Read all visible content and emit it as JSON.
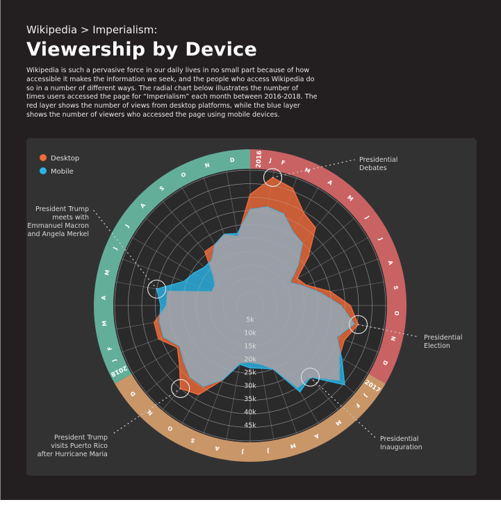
{
  "header": {
    "breadcrumb": "Wikipedia > Imperialism:",
    "title": "Viewership by Device",
    "description": "Wikipedia is such a pervasive force in our daily lives in no small part because of how accessible it makes the information we seek, and the people who access Wikipedia do so in a number of different ways. The radial chart below illustrates the number of times users accessed the page for “Imperialism” each month between 2016-2018. The red layer shows the number of views from desktop platforms, while the blue layer shows the number of viewers who accessed the page using mobile devices."
  },
  "chart_data": {
    "type": "radar",
    "legend_position": "top-left",
    "axis_ticks": [
      "5k",
      "10k",
      "15k",
      "20k",
      "25k",
      "30k",
      "35k",
      "40k",
      "45k"
    ],
    "r_range": [
      0,
      50000
    ],
    "years": [
      {
        "label": "2016",
        "color": "#c96263"
      },
      {
        "label": "2017",
        "color": "#c99668"
      },
      {
        "label": "2018",
        "color": "#63ae99"
      }
    ],
    "month_letters": [
      "J",
      "F",
      "M",
      "A",
      "M",
      "J",
      "J",
      "A",
      "S",
      "O",
      "N",
      "D"
    ],
    "series": [
      {
        "name": "Desktop",
        "color": "#f06a3a",
        "values": [
          41000,
          48000,
          46000,
          39500,
          37500,
          28000,
          20000,
          22000,
          30000,
          37000,
          40500,
          37000,
          38000,
          43000,
          34500,
          35000,
          25000,
          22000,
          21000,
          21500,
          29000,
          38000,
          40000,
          34000,
          31000,
          36000,
          36000,
          31000,
          31000,
          15000,
          15000,
          18000,
          26000,
          26000,
          28000,
          26000
        ]
      },
      {
        "name": "Mobile",
        "color": "#2ab4e6",
        "values": [
          35500,
          37000,
          36000,
          31500,
          30000,
          23000,
          17000,
          21000,
          26500,
          33500,
          39000,
          34000,
          39000,
          45500,
          34500,
          36800,
          25000,
          23500,
          23000,
          22000,
          29000,
          34500,
          34500,
          32000,
          30000,
          34000,
          34000,
          33000,
          35000,
          26000,
          24000,
          22000,
          22000,
          26000,
          28000,
          27000
        ]
      }
    ],
    "annotations": [
      {
        "label": "Presidential Debates",
        "month_index": 1
      },
      {
        "label": "Presidential Election",
        "month_index": 10
      },
      {
        "label": "Presidential Inauguration",
        "month_index": 14
      },
      {
        "label": "President Trump visits Puerto Rico after Hurricane Maria",
        "month_index": 22
      },
      {
        "label": "President Trump meets with Emmanuel Macron and Angela Merkel",
        "month_index": 28
      }
    ],
    "overlap_color": "#9a9ea6"
  },
  "annotation_lines": {
    "debates": [
      "Presidential",
      "Debates"
    ],
    "election": [
      "Presidential",
      "Election"
    ],
    "inauguration": [
      "Presidential",
      "Inauguration"
    ],
    "puerto_rico": [
      "President Trump",
      "visits Puerto Rico",
      "after Hurricane Maria"
    ],
    "macron": [
      "President Trump",
      "meets with",
      "Emmanuel Macron",
      "and Angela Merkel"
    ]
  }
}
